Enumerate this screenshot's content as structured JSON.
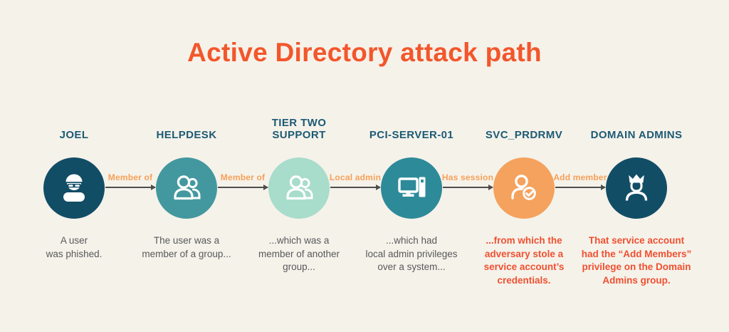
{
  "title": {
    "text": "Active Directory attack path",
    "color": "#f3562b"
  },
  "colors": {
    "background": "#f5f2ea",
    "arrow": "#4d4d4d",
    "arrow_label": "#f6a058",
    "node_label": "#1d5a74",
    "desc_gray": "#58595b",
    "desc_orange": "#f05030"
  },
  "nodes": [
    {
      "label": "JOEL",
      "icon": "phished-user-icon",
      "circle_color": "#124d66",
      "description": "A user\nwas phished.",
      "desc_color": "#58595b",
      "desc_weight": "normal"
    },
    {
      "label": "HELPDESK",
      "icon": "group-icon",
      "circle_color": "#43989f",
      "description": "The user was a\nmember of a group...",
      "desc_color": "#58595b",
      "desc_weight": "normal"
    },
    {
      "label": "TIER TWO\nSUPPORT",
      "icon": "group-icon",
      "circle_color": "#a8dccb",
      "description": "...which was a\nmember of another\ngroup...",
      "desc_color": "#58595b",
      "desc_weight": "normal"
    },
    {
      "label": "PCI-SERVER-01",
      "icon": "server-icon",
      "circle_color": "#2d8a99",
      "description": "...which had\nlocal admin privileges\nover a system...",
      "desc_color": "#58595b",
      "desc_weight": "normal"
    },
    {
      "label": "SVC_PRDRMV",
      "icon": "service-account-icon",
      "circle_color": "#f4a25d",
      "description": "...from which the\nadversary stole a\nservice account’s\ncredentials.",
      "desc_color": "#f05030",
      "desc_weight": "bold"
    },
    {
      "label": "DOMAIN ADMINS",
      "icon": "admin-crown-icon",
      "circle_color": "#124d66",
      "description": "That service account\nhad the “Add Members”\nprivilege on the Domain\nAdmins group.",
      "desc_color": "#f05030",
      "desc_weight": "bold"
    }
  ],
  "connectors": [
    {
      "label": "Member of"
    },
    {
      "label": "Member of"
    },
    {
      "label": "Local admin"
    },
    {
      "label": "Has session"
    },
    {
      "label": "Add member"
    }
  ]
}
